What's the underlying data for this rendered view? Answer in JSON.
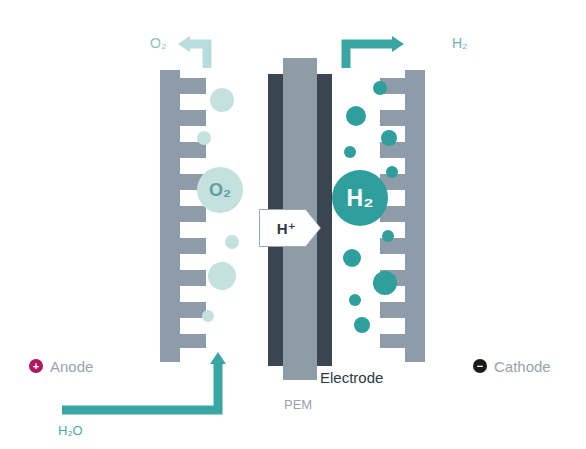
{
  "diagram": {
    "nodes": [
      {
        "text": [
          "O₂"
        ]
      },
      {
        "text": [
          "H⁺"
        ]
      },
      {
        "text": [
          "H₂"
        ]
      }
    ],
    "labels": [
      "O₂",
      "H₂",
      "+",
      "Anode",
      "Electrode",
      "−",
      "Cathode",
      "PEM",
      "H₂O"
    ]
  }
}
